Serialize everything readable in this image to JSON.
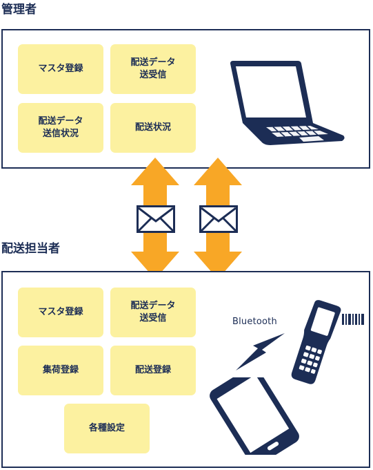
{
  "admin": {
    "title": "管理者",
    "tiles": [
      "マスタ登録",
      "配送データ\n送受信",
      "配送データ\n送信状況",
      "配送状況"
    ]
  },
  "driver": {
    "title": "配送担当者",
    "tiles": [
      "マスタ登録",
      "配送データ\n送受信",
      "集荷登録",
      "配送登録",
      "各種設定"
    ]
  },
  "wireless_label": "Bluetooth",
  "colors": {
    "navy": "#1c2d55",
    "tile_yellow": "#fcf1a0",
    "arrow_orange": "#f8a726"
  },
  "icons": [
    "laptop-icon",
    "barcode-scanner-icon",
    "smartphone-icon",
    "lightning-bolt-icon",
    "envelope-icon"
  ]
}
